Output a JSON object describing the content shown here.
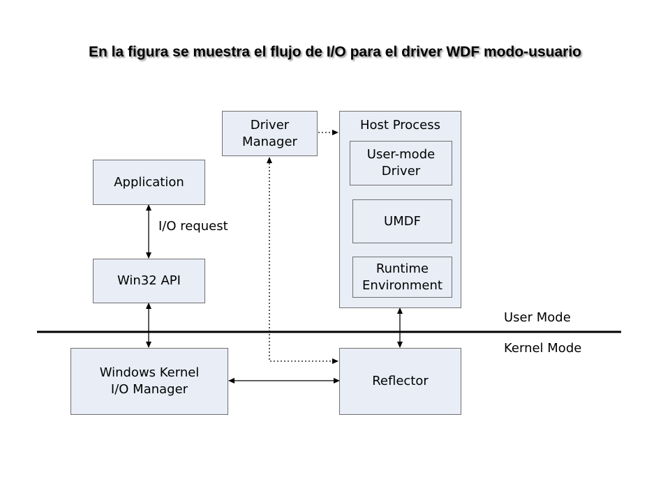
{
  "title": "En la figura se muestra el flujo de I/O para el driver WDF modo-usuario",
  "boxes": {
    "driver_manager": "Driver\nManager",
    "host_process": "Host Process",
    "user_mode_driver": "User-mode\nDriver",
    "umdf": "UMDF",
    "runtime_environment": "Runtime\nEnvironment",
    "application": "Application",
    "win32_api": "Win32 API",
    "windows_kernel_io_manager": "Windows Kernel\nI/O Manager",
    "reflector": "Reflector"
  },
  "labels": {
    "io_request": "I/O request",
    "user_mode": "User Mode",
    "kernel_mode": "Kernel Mode"
  },
  "colors": {
    "box_fill": "#e8edf6",
    "box_border": "#6f6f6f",
    "line": "#000000"
  }
}
